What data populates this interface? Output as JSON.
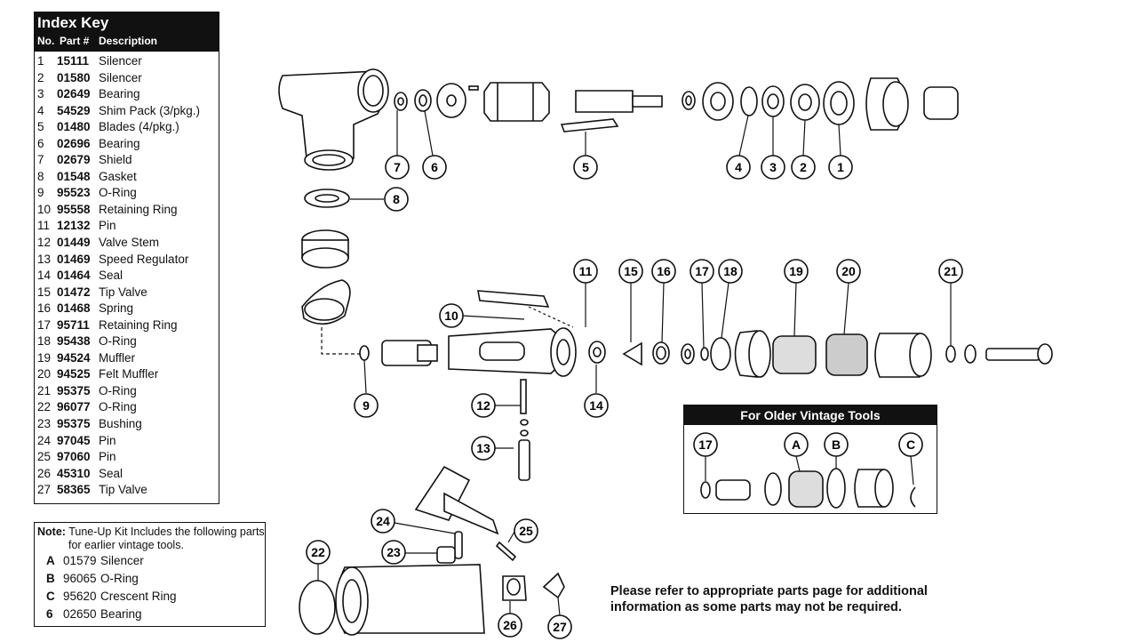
{
  "index_key": {
    "title": "Index Key",
    "col_no": "No.",
    "col_part": "Part #",
    "col_desc": "Description",
    "rows": [
      {
        "no": "1",
        "part": "15111",
        "desc": "Silencer"
      },
      {
        "no": "2",
        "part": "01580",
        "desc": "Silencer"
      },
      {
        "no": "3",
        "part": "02649",
        "desc": "Bearing"
      },
      {
        "no": "4",
        "part": "54529",
        "desc": "Shim Pack (3/pkg.)"
      },
      {
        "no": "5",
        "part": "01480",
        "desc": "Blades (4/pkg.)"
      },
      {
        "no": "6",
        "part": "02696",
        "desc": "Bearing"
      },
      {
        "no": "7",
        "part": "02679",
        "desc": "Shield"
      },
      {
        "no": "8",
        "part": "01548",
        "desc": "Gasket"
      },
      {
        "no": "9",
        "part": "95523",
        "desc": "O-Ring"
      },
      {
        "no": "10",
        "part": "95558",
        "desc": "Retaining Ring"
      },
      {
        "no": "11",
        "part": "12132",
        "desc": "Pin"
      },
      {
        "no": "12",
        "part": "01449",
        "desc": "Valve Stem"
      },
      {
        "no": "13",
        "part": "01469",
        "desc": "Speed Regulator"
      },
      {
        "no": "14",
        "part": "01464",
        "desc": "Seal"
      },
      {
        "no": "15",
        "part": "01472",
        "desc": "Tip Valve"
      },
      {
        "no": "16",
        "part": "01468",
        "desc": "Spring"
      },
      {
        "no": "17",
        "part": "95711",
        "desc": "Retaining Ring"
      },
      {
        "no": "18",
        "part": "95438",
        "desc": "O-Ring"
      },
      {
        "no": "19",
        "part": "94524",
        "desc": "Muffler"
      },
      {
        "no": "20",
        "part": "94525",
        "desc": "Felt Muffler"
      },
      {
        "no": "21",
        "part": "95375",
        "desc": "O-Ring"
      },
      {
        "no": "22",
        "part": "96077",
        "desc": "O-Ring"
      },
      {
        "no": "23",
        "part": "95375",
        "desc": "Bushing"
      },
      {
        "no": "24",
        "part": "97045",
        "desc": "Pin"
      },
      {
        "no": "25",
        "part": "97060",
        "desc": "Pin"
      },
      {
        "no": "26",
        "part": "45310",
        "desc": "Seal"
      },
      {
        "no": "27",
        "part": "58365",
        "desc": "Tip Valve"
      }
    ]
  },
  "note": {
    "label": "Note:",
    "line1": "Tune-Up Kit Includes the following parts",
    "line2": "for earlier vintage tools.",
    "rows": [
      {
        "letter": "A",
        "part": "01579",
        "desc": "Silencer"
      },
      {
        "letter": "B",
        "part": "96065",
        "desc": "O-Ring"
      },
      {
        "letter": "C",
        "part": "95620",
        "desc": "Crescent Ring"
      },
      {
        "letter": "6",
        "part": "02650",
        "desc": "Bearing"
      }
    ]
  },
  "vintage": {
    "title": "For Older Vintage Tools",
    "callouts": [
      "17",
      "A",
      "B",
      "C"
    ]
  },
  "message": {
    "line1": "Please refer to appropriate parts page for additional",
    "line2": "information as some parts may not be required."
  },
  "callouts": [
    "1",
    "2",
    "3",
    "4",
    "5",
    "6",
    "7",
    "8",
    "9",
    "10",
    "11",
    "12",
    "13",
    "14",
    "15",
    "16",
    "17",
    "18",
    "19",
    "20",
    "21",
    "22",
    "23",
    "24",
    "25",
    "26",
    "27"
  ]
}
